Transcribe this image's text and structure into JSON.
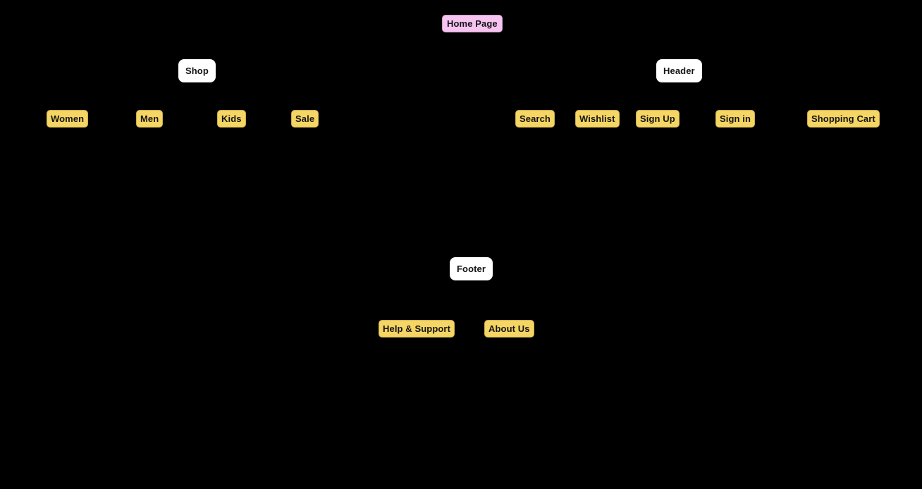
{
  "canvas": {
    "background_color": "#000000"
  },
  "colors": {
    "root_node_fill": "#f7c3f0",
    "section_node_fill": "#ffffff",
    "leaf_node_fill": "#f5d563",
    "node_text": "#141414"
  },
  "diagram": {
    "type": "sitemap",
    "nodes": [
      {
        "id": "home-page",
        "label": "Home Page",
        "color": "pink",
        "level": "root"
      },
      {
        "id": "shop",
        "label": "Shop",
        "color": "white",
        "level": "section"
      },
      {
        "id": "header",
        "label": "Header",
        "color": "white",
        "level": "section"
      },
      {
        "id": "women",
        "label": "Women",
        "color": "yellow",
        "level": "leaf"
      },
      {
        "id": "men",
        "label": "Men",
        "color": "yellow",
        "level": "leaf"
      },
      {
        "id": "kids",
        "label": "Kids",
        "color": "yellow",
        "level": "leaf"
      },
      {
        "id": "sale",
        "label": "Sale",
        "color": "yellow",
        "level": "leaf"
      },
      {
        "id": "search",
        "label": "Search",
        "color": "yellow",
        "level": "leaf"
      },
      {
        "id": "wishlist",
        "label": "Wishlist",
        "color": "yellow",
        "level": "leaf"
      },
      {
        "id": "sign-up",
        "label": "Sign Up",
        "color": "yellow",
        "level": "leaf"
      },
      {
        "id": "sign-in",
        "label": "Sign in",
        "color": "yellow",
        "level": "leaf"
      },
      {
        "id": "shopping-cart",
        "label": "Shopping Cart",
        "color": "yellow",
        "level": "leaf"
      },
      {
        "id": "footer",
        "label": "Footer",
        "color": "white",
        "level": "section"
      },
      {
        "id": "help-support",
        "label": "Help & Support",
        "color": "yellow",
        "level": "leaf"
      },
      {
        "id": "about-us",
        "label": "About Us",
        "color": "yellow",
        "level": "leaf"
      }
    ]
  }
}
